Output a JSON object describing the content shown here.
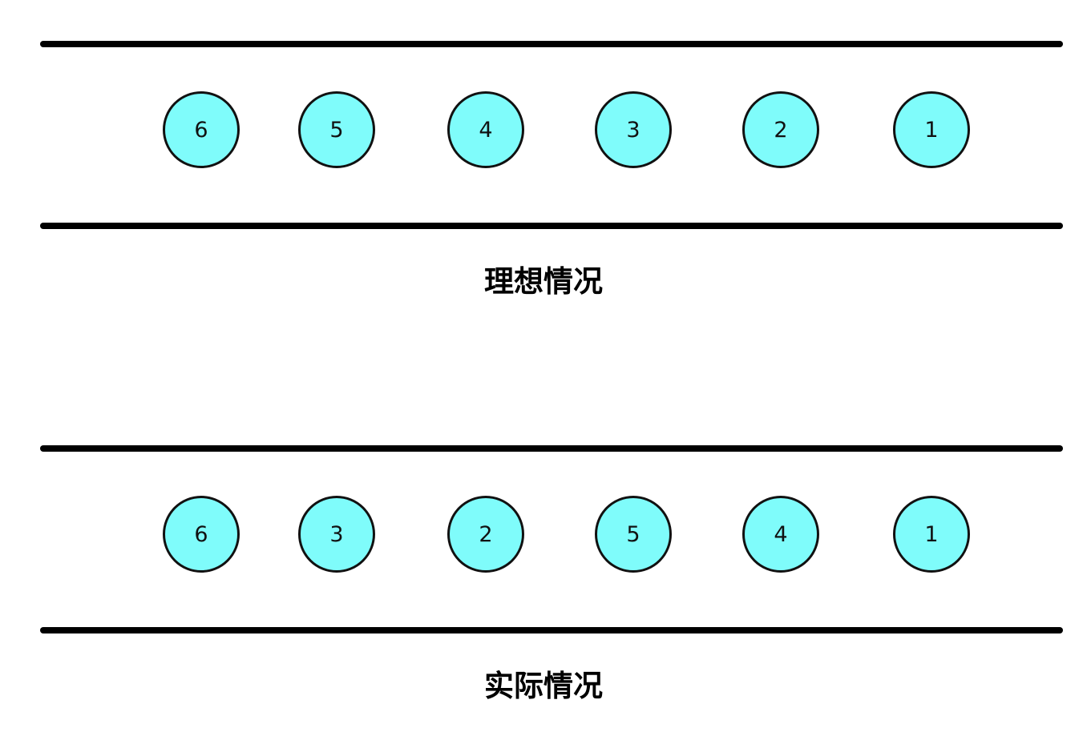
{
  "colors": {
    "node_fill": "#7ffcfb",
    "node_stroke": "#111111",
    "rail": "#000000"
  },
  "ideal": {
    "caption": "理想情况",
    "nodes": [
      "6",
      "5",
      "4",
      "3",
      "2",
      "1"
    ]
  },
  "actual": {
    "caption": "实际情况",
    "nodes": [
      "6",
      "3",
      "2",
      "5",
      "4",
      "1"
    ]
  }
}
